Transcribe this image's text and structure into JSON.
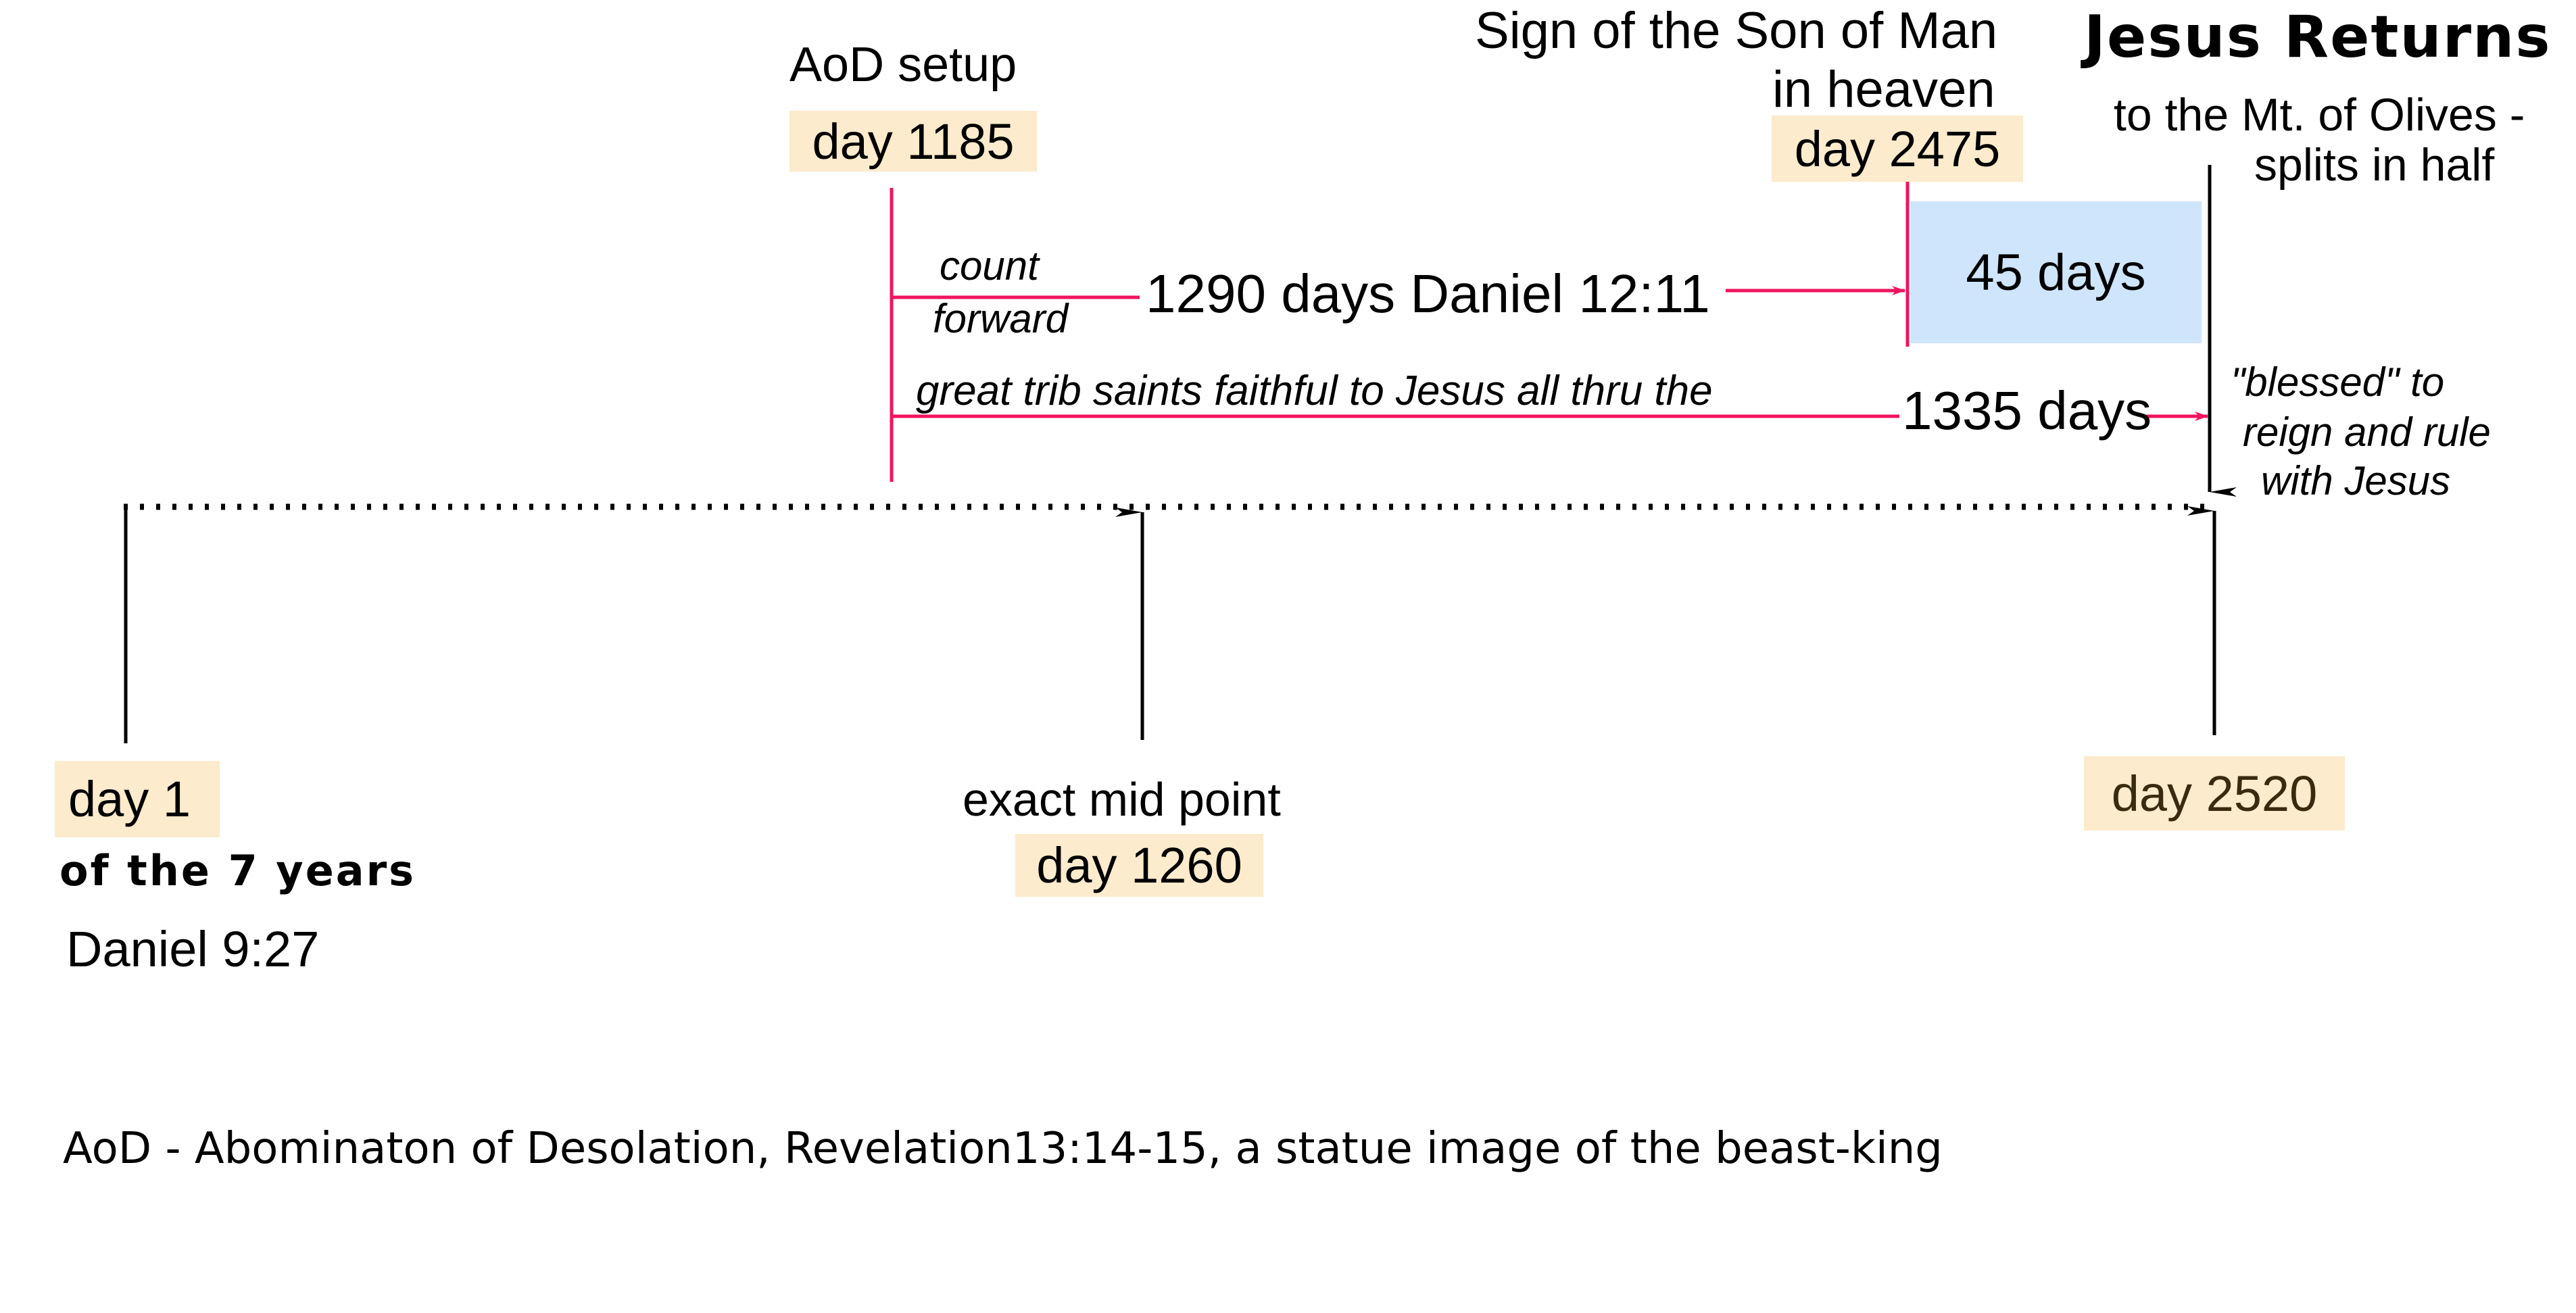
{
  "colors": {
    "highlight": "#fcebcc",
    "interval_box": "#cfe5fb",
    "red_line": "#f0145f",
    "black_line": "#000000"
  },
  "top": {
    "aod_setup": "AoD setup",
    "aod_day": "day 1185",
    "sign_line1": "Sign of the Son of Man",
    "sign_line2": "in heaven",
    "sign_day": "day 2475",
    "return_title": "Jesus Returns",
    "return_line1": "to the Mt. of Olives -",
    "return_line2": "splits in half"
  },
  "middle": {
    "count_1": "count",
    "count_2": "forward",
    "span_1290": "1290 days Daniel 12:11",
    "span_45": "45 days",
    "trib_text": "great trib saints faithful to Jesus all thru the",
    "span_1335": "1335 days",
    "blessed_1": "\"blessed\" to",
    "blessed_2": "reign and rule",
    "blessed_3": "with Jesus"
  },
  "bottom": {
    "day1": "day 1",
    "day1_sub": "of the 7 years",
    "day1_ref": "Daniel 9:27",
    "mid_label": "exact mid point",
    "mid_day": "day 1260",
    "end_day": "day 2520"
  },
  "footer": "AoD - Abominaton of Desolation, Revelation13:14-15, a statue image of the beast-king"
}
